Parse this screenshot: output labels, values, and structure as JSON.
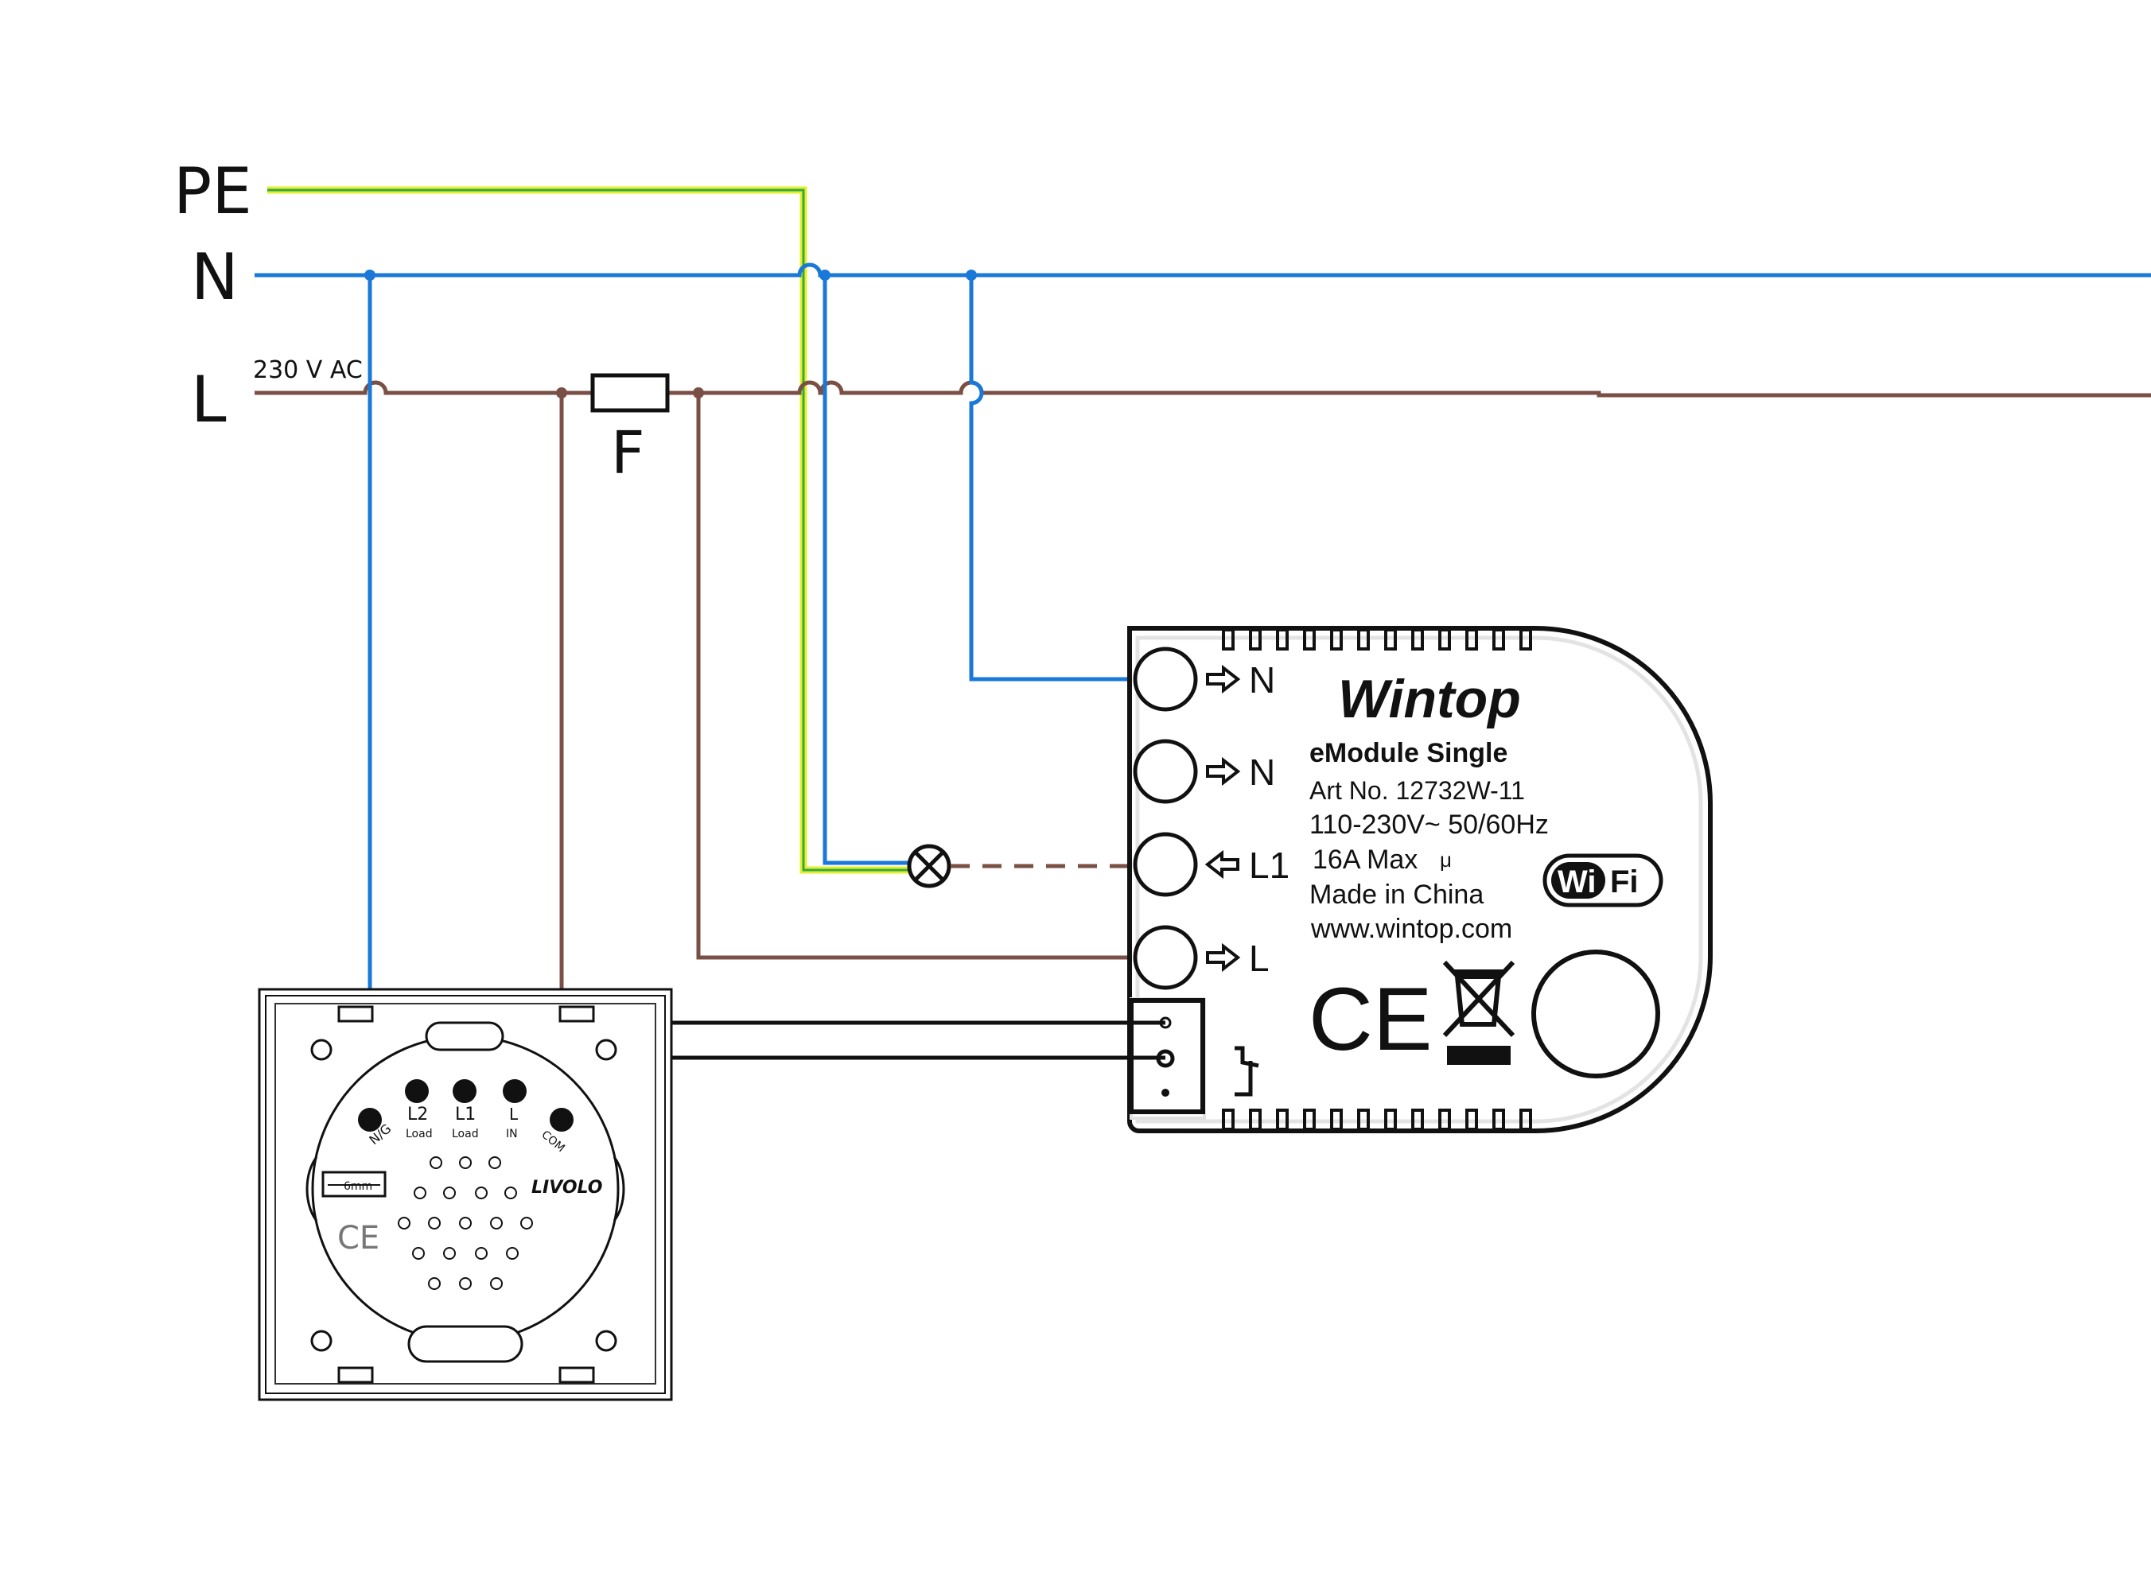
{
  "rails": {
    "pe": "PE",
    "n": "N",
    "l": "L",
    "supply": "230 V AC",
    "fuse": "F"
  },
  "colors": {
    "neutral": "#1a78d8",
    "live": "#7a4f45",
    "earth_green": "#35a845",
    "earth_yellow": "#e5ef2a",
    "ink": "#111111"
  },
  "module": {
    "brand": "Wintop",
    "model": "eModule Single",
    "art_no": "Art No. 12732W-11",
    "voltage": "110-230V~  50/60Hz",
    "current": "16A Max",
    "micro_symbol": "μ",
    "origin": "Made in China",
    "website": "www.wintop.com",
    "wifi_left": "Wi",
    "wifi_right": "Fi",
    "ce_mark": "CE",
    "terminals": [
      {
        "label": "N",
        "direction": "in"
      },
      {
        "label": "N",
        "direction": "in"
      },
      {
        "label": "L1",
        "direction": "out"
      },
      {
        "label": "L",
        "direction": "in"
      }
    ]
  },
  "switch": {
    "brand": "LIVOLO",
    "strip_gauge": "6mm",
    "ce_mark": "CE",
    "terminals": [
      {
        "label": "N/G",
        "sub": ""
      },
      {
        "label": "L2",
        "sub": "Load"
      },
      {
        "label": "L1",
        "sub": "Load"
      },
      {
        "label": "L",
        "sub": "IN"
      },
      {
        "label": "COM",
        "sub": ""
      }
    ]
  }
}
